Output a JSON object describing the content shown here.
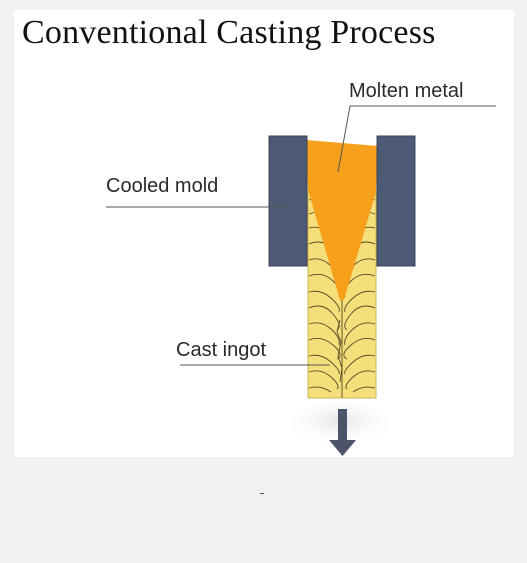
{
  "title": "Conventional Casting Process",
  "labels": {
    "molten_metal": "Molten metal",
    "cooled_mold": "Cooled mold",
    "cast_ingot": "Cast ingot"
  },
  "colors": {
    "mold": "#4d5a75",
    "molten": "#f7a01c",
    "ingot": "#f5df7a",
    "arrow": "#4b5468",
    "background": "#f1f1f1"
  },
  "icons": {
    "downward_arrow": "arrow-down-icon"
  }
}
